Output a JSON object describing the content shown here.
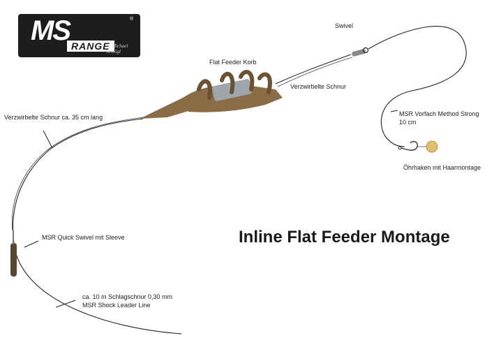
{
  "logo": {
    "brand": "MS",
    "sub": "RANGE",
    "signature": "by Michael Schlögl",
    "registered": "®"
  },
  "title": "Inline Flat Feeder Montage",
  "labels": {
    "swivel": "Swivel",
    "flat_feeder_korb": "Flat Feeder Korb",
    "verzwirbelte_schnur": "Verzwirbelte Schnur",
    "verzwirbelte_schnur_35": "Verzwirbelte Schnur ca. 35 cm lang",
    "vorfach_line1": "MSR Vorfach Method Strong",
    "vorfach_line2": "10 cm",
    "ohrhaken": "Öhrhaken mit Haarmontage",
    "quick_swivel": "MSR Quick Swivel mit Sleeve",
    "schlagschnur_line1": "ca. 10 m Schlagschnur 0,30 mm",
    "schlagschnur_line2": "MSR Shock Leader Line"
  },
  "colors": {
    "feeder": "#8a6d47",
    "feeder_dark": "#6b5233",
    "weight": "#9fa6ab",
    "bait": "#e0c070",
    "line": "#222222",
    "sleeve": "#5a4630"
  }
}
